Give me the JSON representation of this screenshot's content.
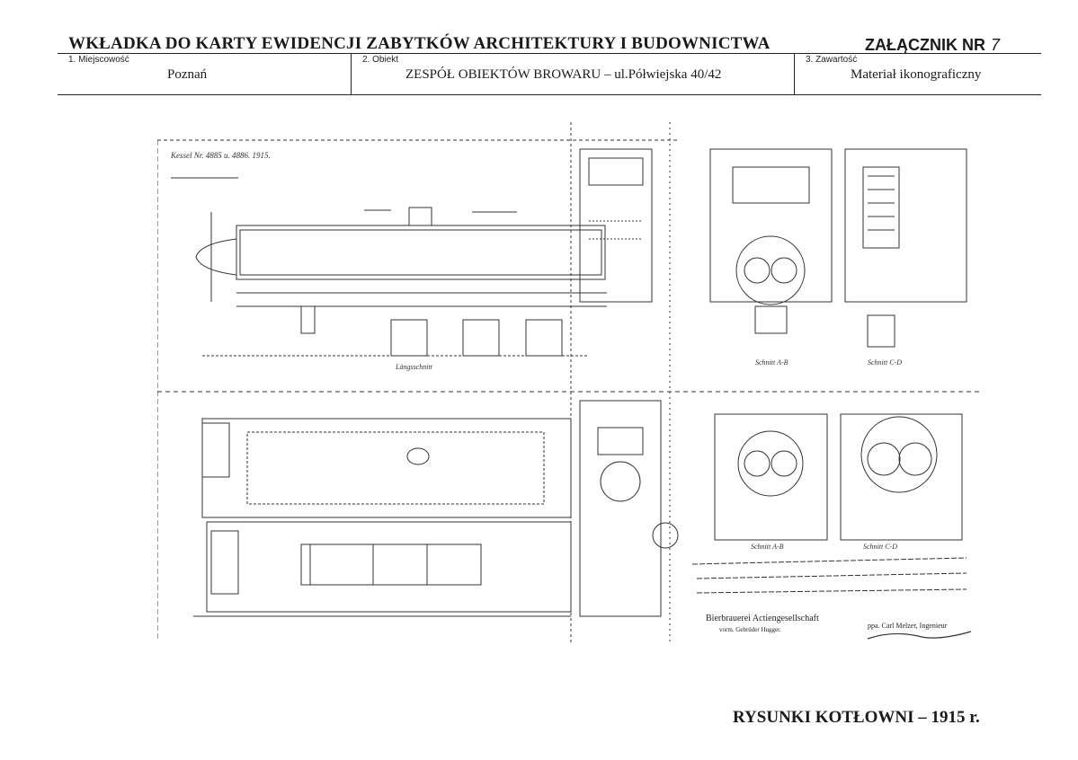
{
  "header": {
    "title": "WKŁADKA DO KARTY EWIDENCJI ZABYTKÓW ARCHITEKTURY I BUDOWNICTWA",
    "annex_label": "ZAŁĄCZNIK NR",
    "annex_number": "7"
  },
  "info": {
    "locality_label": "1. Miejscowość",
    "locality_value": "Poznań",
    "object_label": "2. Obiekt",
    "object_value": "ZESPÓŁ OBIEKTÓW BROWARU – ul.Półwiejska 40/42",
    "content_label": "3. Zawartość",
    "content_value": "Materiał ikonograficzny"
  },
  "drawing": {
    "description_icon": "technical-boiler-drawing",
    "stamp_company": "Bierbrauerei Actiengesellschaft",
    "stamp_company_sub": "vorm. Gebrüder Hugger.",
    "signature": "ppa. Carl Melzer, Ingenieur"
  },
  "caption": "RYSUNKI KOTŁOWNI – 1915 r."
}
